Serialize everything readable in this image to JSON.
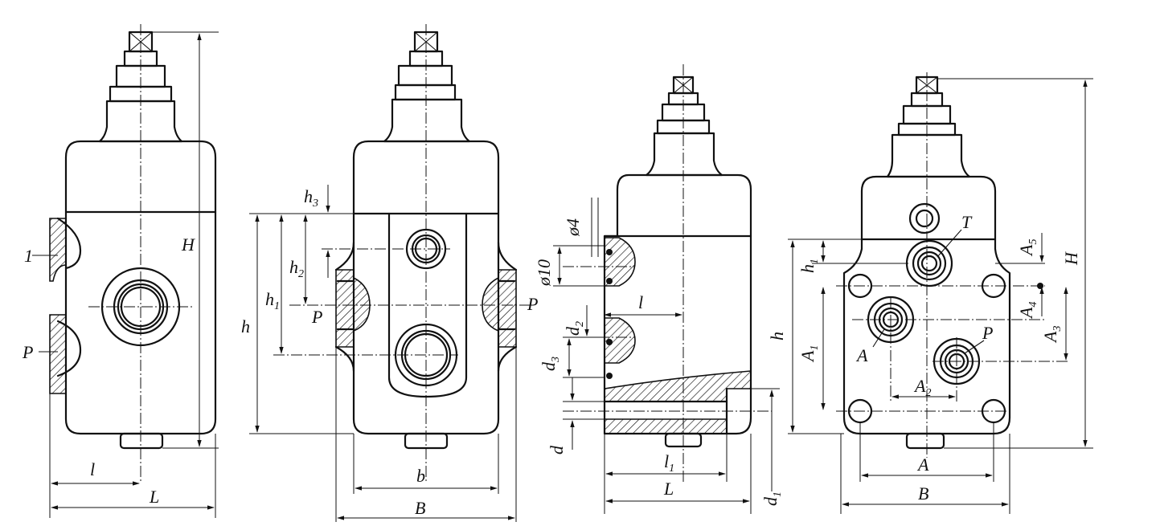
{
  "labels": {
    "v1": {
      "H": "H",
      "L": "L",
      "l": "l",
      "one": "1",
      "P": "P"
    },
    "v2": {
      "h": "h",
      "h1": "h",
      "h1_sub": "1",
      "h2": "h",
      "h2_sub": "2",
      "h3": "h",
      "h3_sub": "3",
      "P_left": "P",
      "P_right": "P",
      "b": "b",
      "B": "B"
    },
    "v3": {
      "phi4": "ø4",
      "phi10": "ø10",
      "l": "l",
      "d2": "d",
      "d2_sub": "2",
      "d3": "d",
      "d3_sub": "3",
      "d": "d",
      "l1": "l",
      "l1_sub": "1",
      "L": "L",
      "d1": "d",
      "d1_sub": "1"
    },
    "v4": {
      "T": "T",
      "A5": "A",
      "A5_sub": "5",
      "H": "H",
      "h1": "h",
      "h1_sub": "1",
      "h": "h",
      "A1": "A",
      "A1_sub": "1",
      "A4": "A",
      "A4_sub": "4",
      "A3": "A",
      "A3_sub": "3",
      "A_port": "A",
      "P": "P",
      "A2": "A",
      "A2_sub": "2",
      "A": "A",
      "B": "B"
    }
  }
}
